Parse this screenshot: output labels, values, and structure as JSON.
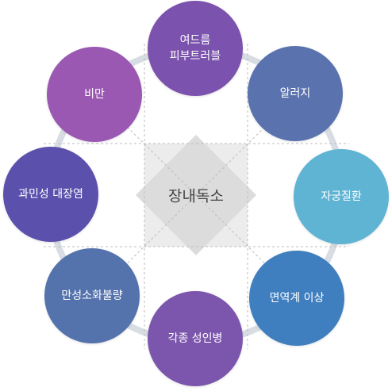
{
  "center": {
    "label": "장내독소"
  },
  "nodes": [
    {
      "id": "eczema",
      "label": "여드름\n피부트러블",
      "color": "#7b52ad"
    },
    {
      "id": "allergy",
      "label": "알러지",
      "color": "#5a72ad"
    },
    {
      "id": "uterine",
      "label": "자궁질환",
      "color": "#5fb3d3"
    },
    {
      "id": "immune",
      "label": "면역계 이상",
      "color": "#3f7fbf"
    },
    {
      "id": "adult",
      "label": "각종 성인병",
      "color": "#7c55ad"
    },
    {
      "id": "indigestion",
      "label": "만성소화불량",
      "color": "#5472ac"
    },
    {
      "id": "hyper",
      "label": "과민성 대장염",
      "color": "#5c50ad"
    },
    {
      "id": "obesity",
      "label": "비만",
      "color": "#9a58b3"
    }
  ],
  "colors": {
    "ring": "#d8dde4",
    "square": "#ececec",
    "diamond": "#dcdcdc",
    "dash": "#bcbcbc"
  }
}
